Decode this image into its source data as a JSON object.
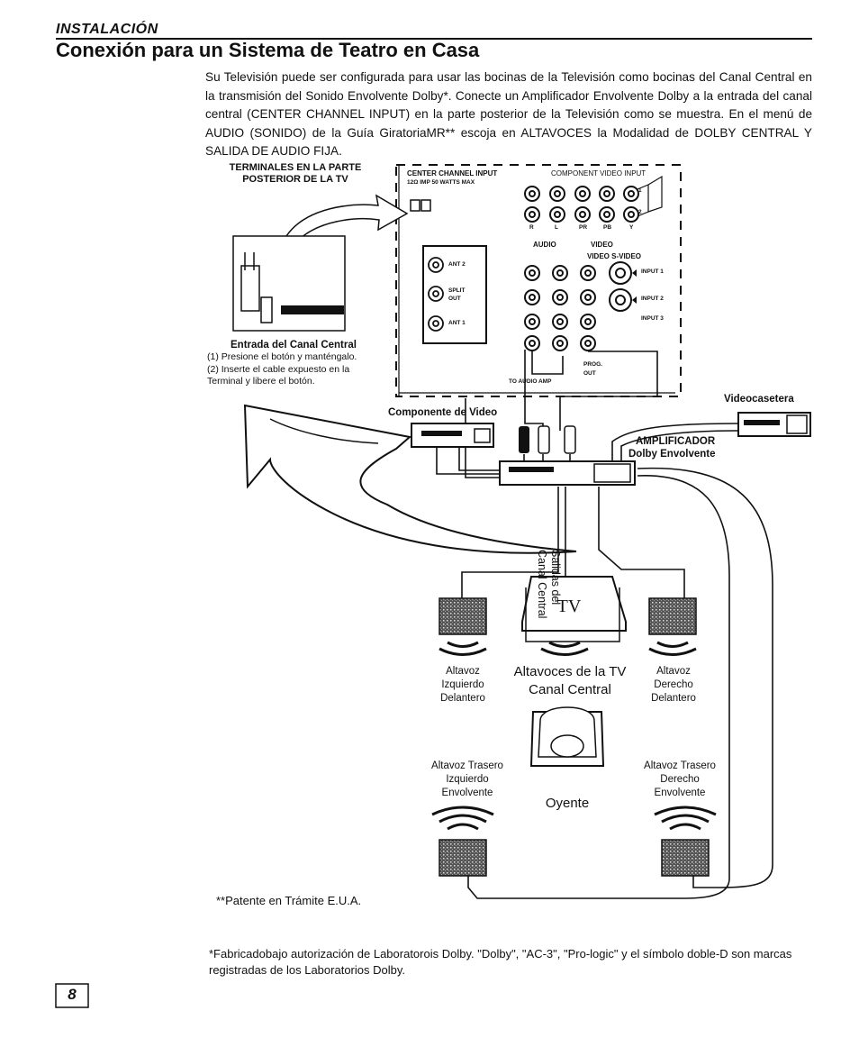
{
  "header": {
    "section": "INSTALACIÓN",
    "title": "Conexión para un Sistema de Teatro en Casa"
  },
  "intro": "Su Televisión puede ser configurada para usar las bocinas de la Televisión como bocinas del Canal Central en la transmisión del Sonido Envolvente Dolby*. Conecte un Amplificador Envolvente Dolby a la entrada del canal central (CENTER CHANNEL INPUT) en la parte posterior de la Televisión como se muestra. En el menú de AUDIO (SONIDO) de la Guía GiratoriaMR** escoja en ALTAVOCES la Modalidad de DOLBY CENTRAL Y SALIDA DE AUDIO FIJA.",
  "diagram": {
    "rear_title": "TERMINALES EN LA PARTE POSTERIOR DE LA TV",
    "center_channel_input": "CENTER CHANNEL INPUT",
    "imp_label": "12Ω IMP 50 WATTS MAX",
    "component_video_input": "COMPONENT VIDEO INPUT",
    "audio": "AUDIO",
    "video": "VIDEO",
    "video_svideo": "VIDEO S-VIDEO",
    "r": "R",
    "l": "L",
    "pr": "PR",
    "pb": "PB",
    "y": "Y",
    "one": "1",
    "two": "2",
    "ant2": "ANT 2",
    "split_out": "SPLIT OUT",
    "ant1": "ANT 1",
    "input1": "INPUT 1",
    "input2": "INPUT 2",
    "input3": "INPUT 3",
    "to_audio_amp": "TO AUDIO AMP",
    "prog_out": "PROG. OUT",
    "center_input_title": "Entrada del Canal Central",
    "center_step1": "(1) Presione el botón y manténgalo.",
    "center_step2": "(2) Inserte el cable expuesto en la Terminal y libere el botón.",
    "component_video": "Componente de Video",
    "vcr": "Videocasetera",
    "amplifier": "AMPLIFICADOR",
    "amplifier2": "Dolby Envolvente",
    "center_outputs": "Salidas del Canal Central",
    "tv": "TV",
    "left_front": "Altavoz Izquierdo Delantero",
    "tv_center": "Altavoces de la TV Canal Central",
    "right_front": "Altavoz Derecho Delantero",
    "left_rear": "Altavoz Trasero Izquierdo Envolvente",
    "listener": "Oyente",
    "right_rear": "Altavoz Trasero Derecho Envolvente"
  },
  "patent_note": "**Patente en Trámite E.U.A.",
  "footnote": "*Fabricadobajo autorización de Laboratorois Dolby. \"Dolby\", \"AC-3\", \"Pro-logic\" y el símbolo doble-D son marcas registradas de los Laboratorios Dolby.",
  "page_number": "8"
}
